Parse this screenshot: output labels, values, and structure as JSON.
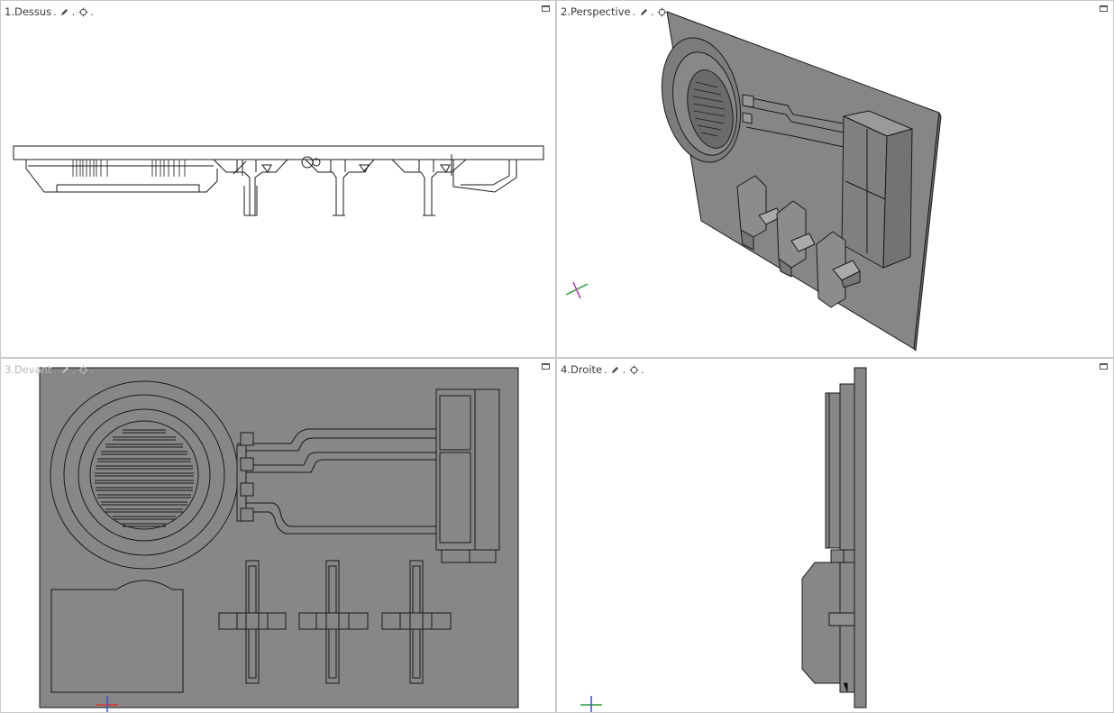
{
  "viewports": [
    {
      "id": "vp1",
      "label": "1.Dessus",
      "view": "top"
    },
    {
      "id": "vp2",
      "label": "2.Perspective",
      "view": "perspective"
    },
    {
      "id": "vp3",
      "label": "3.Devant",
      "view": "front"
    },
    {
      "id": "vp4",
      "label": "4.Droite",
      "view": "right"
    }
  ],
  "header_menu_glyph": ".",
  "icons": {
    "draw_mode": "pencil-icon",
    "snap": "target-icon",
    "maximize": "maximize-icon"
  },
  "colors": {
    "model_fill": "#868686",
    "model_fill_light": "#9a9a9a",
    "edge": "#1a1a1a",
    "viewport_bg": "#ffffff",
    "viewport_border": "#c8c8c8",
    "axis_x": "#e0302a",
    "axis_y": "#2c9a3a",
    "axis_z": "#3a4ad8",
    "axis_persp": "#b030b0"
  }
}
